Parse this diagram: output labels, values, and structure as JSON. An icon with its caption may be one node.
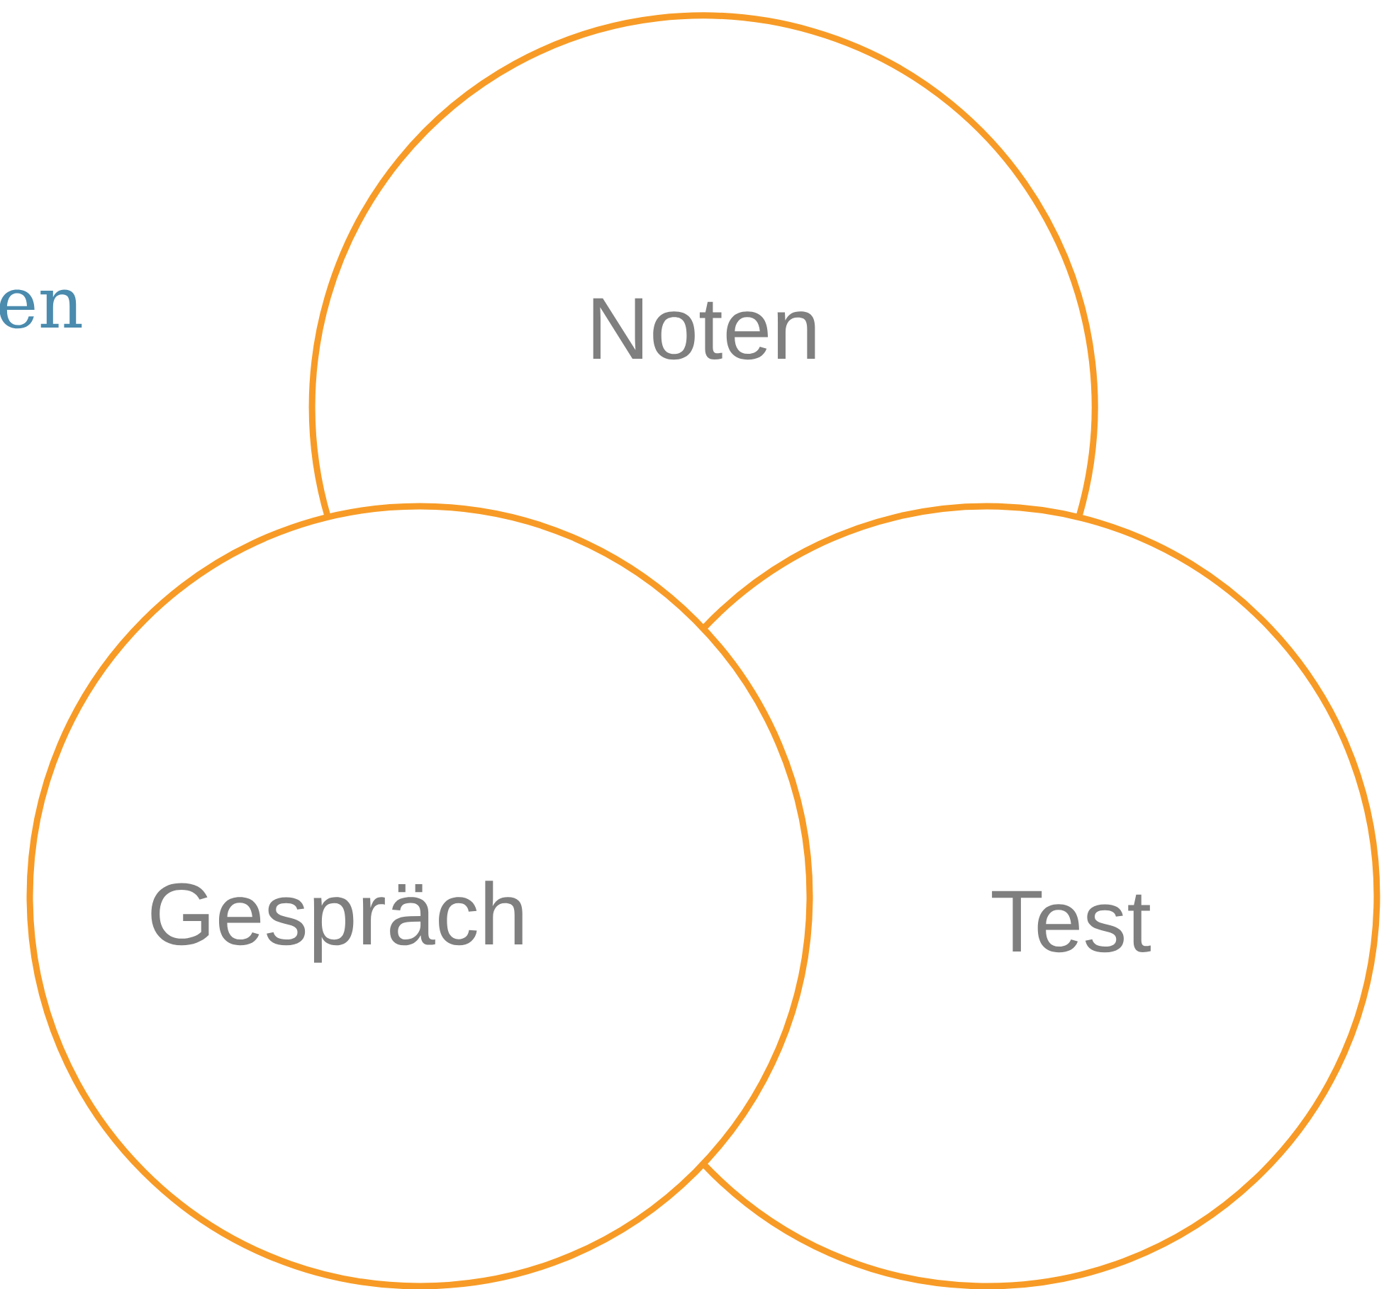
{
  "diagram": {
    "nodes": [
      {
        "text": [
          "Noten"
        ]
      },
      {
        "text": [
          "Gespräch"
        ]
      },
      {
        "text": [
          "Test"
        ]
      }
    ],
    "labels": [
      "en"
    ]
  }
}
